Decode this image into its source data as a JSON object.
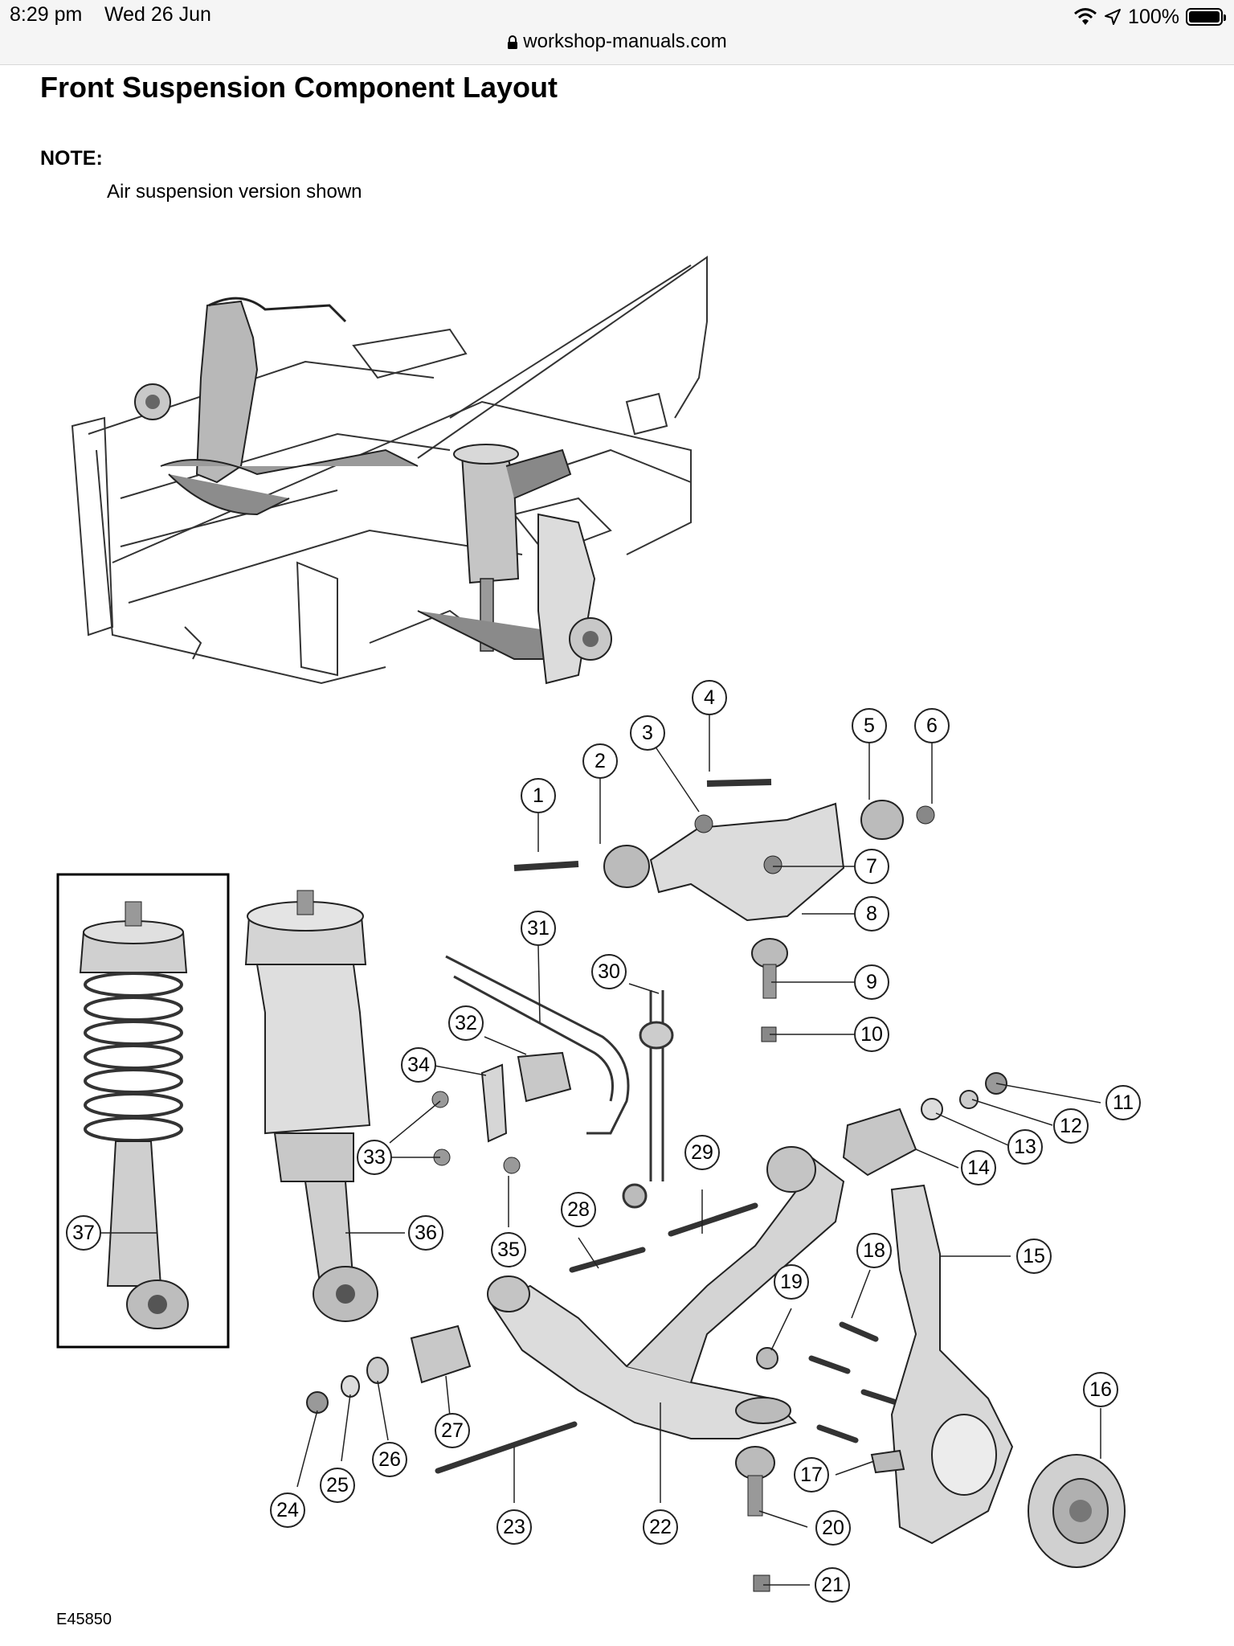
{
  "status_bar": {
    "time": "8:29 pm",
    "date": "Wed 26 Jun",
    "battery": "100%",
    "icons": [
      "wifi-icon",
      "location-arrow-icon",
      "battery-icon"
    ]
  },
  "url_bar": {
    "domain": "workshop-manuals.com",
    "icon": "lock-icon"
  },
  "page": {
    "title": "Front Suspension Component Layout",
    "note_label": "NOTE:",
    "note_text": "Air suspension version shown",
    "figure_id": "E45850"
  },
  "callouts": [
    "1",
    "2",
    "3",
    "4",
    "5",
    "6",
    "7",
    "8",
    "9",
    "10",
    "11",
    "12",
    "13",
    "14",
    "15",
    "16",
    "17",
    "18",
    "19",
    "20",
    "21",
    "22",
    "23",
    "24",
    "25",
    "26",
    "27",
    "28",
    "29",
    "30",
    "31",
    "32",
    "33",
    "34",
    "35",
    "36",
    "37"
  ]
}
